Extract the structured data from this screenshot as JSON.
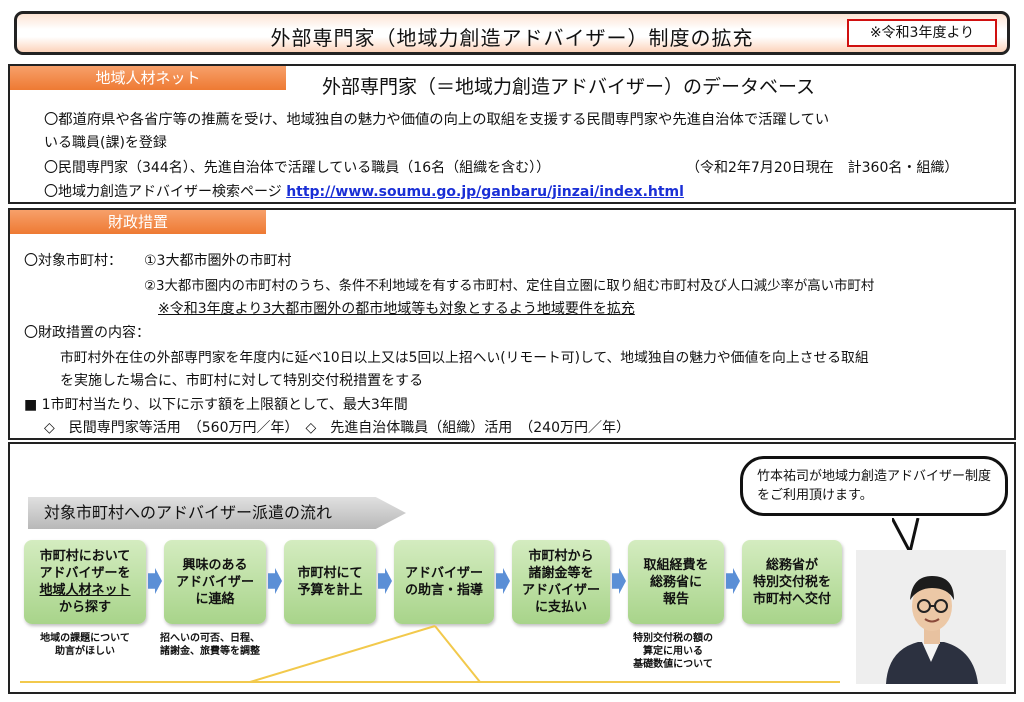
{
  "title": {
    "text": "外部専門家（地域力創造アドバイザー）制度の拡充",
    "badge": "※令和3年度より"
  },
  "section1": {
    "tag": "地域人材ネット",
    "heading": "外部専門家（＝地域力創造アドバイザー）のデータベース",
    "line1": "〇都道府県や各省庁等の推薦を受け、地域独自の魅力や価値の向上の取組を支援する民間専門家や先進自治体で活躍してい",
    "line1b": "いる職員(課)を登録",
    "line2": "〇民間専門家（344名）、先進自治体で活躍している職員（16名（組織を含む））",
    "line2_right": "（令和2年7月20日現在　計360名・組織）",
    "line3_prefix": "〇地域力創造アドバイザー検索ページ",
    "line3_link": "http://www.soumu.go.jp/ganbaru/jinzai/index.html"
  },
  "section2": {
    "tag": "財政措置",
    "target_label": "〇対象市町村：",
    "target_item1": "①3大都市圏外の市町村",
    "target_item2": "②3大都市圏内の市町村のうち、条件不利地域を有する市町村、定住自立圏に取り組む市町村及び人口減少率が高い市町村",
    "target_note": "※令和3年度より3大都市圏外の都市地域等も対象とするよう地域要件を拡充",
    "content_label": "〇財政措置の内容：",
    "content_line1": "市町村外在住の外部専門家を年度内に延べ10日以上又は5回以上招へい(リモート可)して、地域独自の魅力や価値を向上させる取組",
    "content_line2": "を実施した場合に、市町村に対して特別交付税措置をする",
    "limit_line": "■ 1市町村当たり、以下に示す額を上限額として、最大3年間",
    "amount_line": "◇　民間専門家等活用　（560万円／年）　◇　先進自治体職員（組織）活用　（240万円／年）"
  },
  "section3": {
    "flow_title": "対象市町村へのアドバイザー派遣の流れ",
    "bubble": "竹本祐司が地域力創造アドバイザー制度をご利用頂けます。",
    "steps": [
      {
        "lines": [
          "市町村において",
          "アドバイザーを",
          "地域人材ネット",
          "から探す"
        ]
      },
      {
        "lines": [
          "興味のある",
          "アドバイザー",
          "に連絡"
        ]
      },
      {
        "lines": [
          "市町村にて",
          "予算を計上"
        ]
      },
      {
        "lines": [
          "アドバイザー",
          "の助言・指導"
        ]
      },
      {
        "lines": [
          "市町村から",
          "諸謝金等を",
          "アドバイザー",
          "に支払い"
        ]
      },
      {
        "lines": [
          "取組経費を",
          "総務省に",
          "報告"
        ]
      },
      {
        "lines": [
          "総務省が",
          "特別交付税を",
          "市町村へ交付"
        ]
      }
    ],
    "notes": {
      "n1a": "地域の課題について",
      "n1b": "助言がほしい",
      "n2a": "招へいの可否、日程、",
      "n2b": "諸謝金、旅費等を調整",
      "n3a": "特別交付税の額の",
      "n3b": "算定に用いる",
      "n3c": "基礎数値について"
    },
    "colors": {
      "step_green": "#a8d48a",
      "arrow_blue": "#5b8fd6",
      "tag_orange": "#ee7a33",
      "badge_red": "#d01010",
      "link_blue": "#1a2fd6"
    }
  }
}
